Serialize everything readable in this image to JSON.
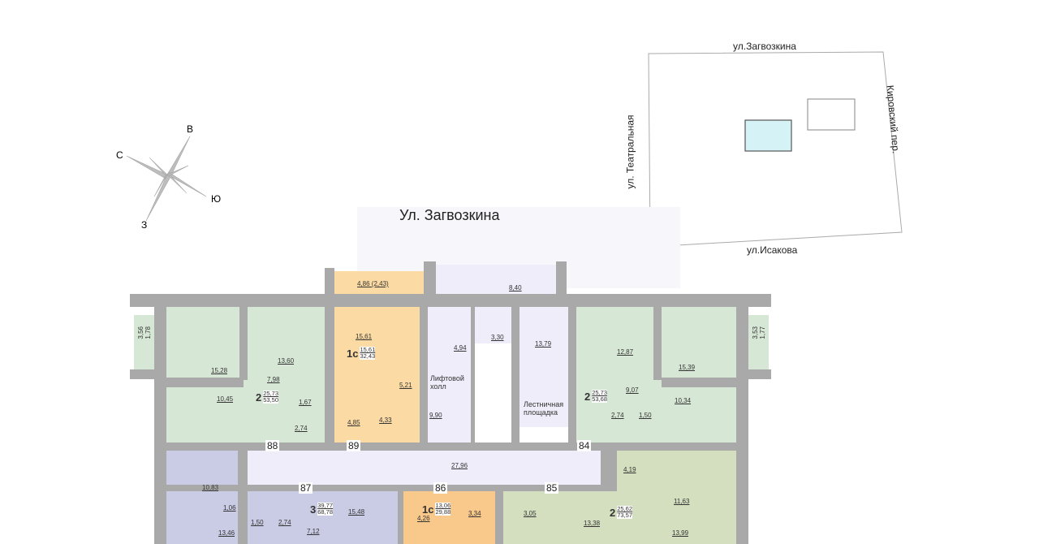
{
  "compass": {
    "n": "В",
    "w": "С",
    "e": "Ю",
    "s": "З"
  },
  "site_plan": {
    "top": "ул.Загвозкина",
    "left": "ул. Театральная",
    "right": "Кировский пер.",
    "bottom": "ул.Исакова"
  },
  "street_label": "Ул. Загвозкина",
  "rooms": {
    "balcony_yellow": "4,86 (2,43)",
    "balcony_hall": "8,40",
    "left_balcony_a": "3,56",
    "left_balcony_b": "1,78",
    "right_balcony_a": "3,53",
    "right_balcony_b": "1,77",
    "r15_28": "15,28",
    "r13_60": "13,60",
    "r7_98": "7,98",
    "r10_45": "10,45",
    "r1_67": "1,67",
    "r2_74a": "2,74",
    "r15_61": "15,61",
    "r5_21": "5,21",
    "r4_85": "4,85",
    "r4_33": "4,33",
    "r4_94": "4,94",
    "r3_30": "3,30",
    "r13_79": "13,79",
    "r9_90": "9,90",
    "r12_87": "12,87",
    "r15_39": "15,39",
    "r9_07": "9,07",
    "r10_34": "10,34",
    "r2_74b": "2,74",
    "r1_50a": "1,50",
    "r27_96": "27,96",
    "r4_19": "4,19",
    "r10_83": "10,83",
    "r1_06": "1,06",
    "r13_46": "13,46",
    "r1_50b": "1,50",
    "r2_74c": "2,74",
    "r7_12": "7,12",
    "r15_48": "15,48",
    "r4_26": "4,26",
    "r3_34": "3,34",
    "r3_05": "3,05",
    "r13_38": "13,38",
    "r11_63": "11,63",
    "r13_99": "13,99"
  },
  "hall_label": "Лифтовой холл",
  "stair_label": "Лестничная площадка",
  "apartments": [
    {
      "number": "88",
      "rooms": "2",
      "living": "25,73",
      "total": "53,50"
    },
    {
      "number": "89",
      "rooms": "1с",
      "living": "15,61",
      "total": "32,43"
    },
    {
      "number": "84",
      "rooms": "2",
      "living": "25,73",
      "total": "53,68"
    },
    {
      "number": "87",
      "rooms": "3",
      "living": "39,77",
      "total": "68,78"
    },
    {
      "number": "86",
      "rooms": "1с",
      "living": "13,06",
      "total": "29,88"
    },
    {
      "number": "85",
      "rooms": "2",
      "living": "25,62",
      "total": "73,57"
    }
  ],
  "colors": {
    "wall": "#a9a9a9",
    "green": "#d7e7d5",
    "yellow": "#fbdba3",
    "lavender": "#eeedf9",
    "purple": "#cacbe4",
    "olive": "#d4dfc0",
    "building": "#d5f3f6"
  }
}
